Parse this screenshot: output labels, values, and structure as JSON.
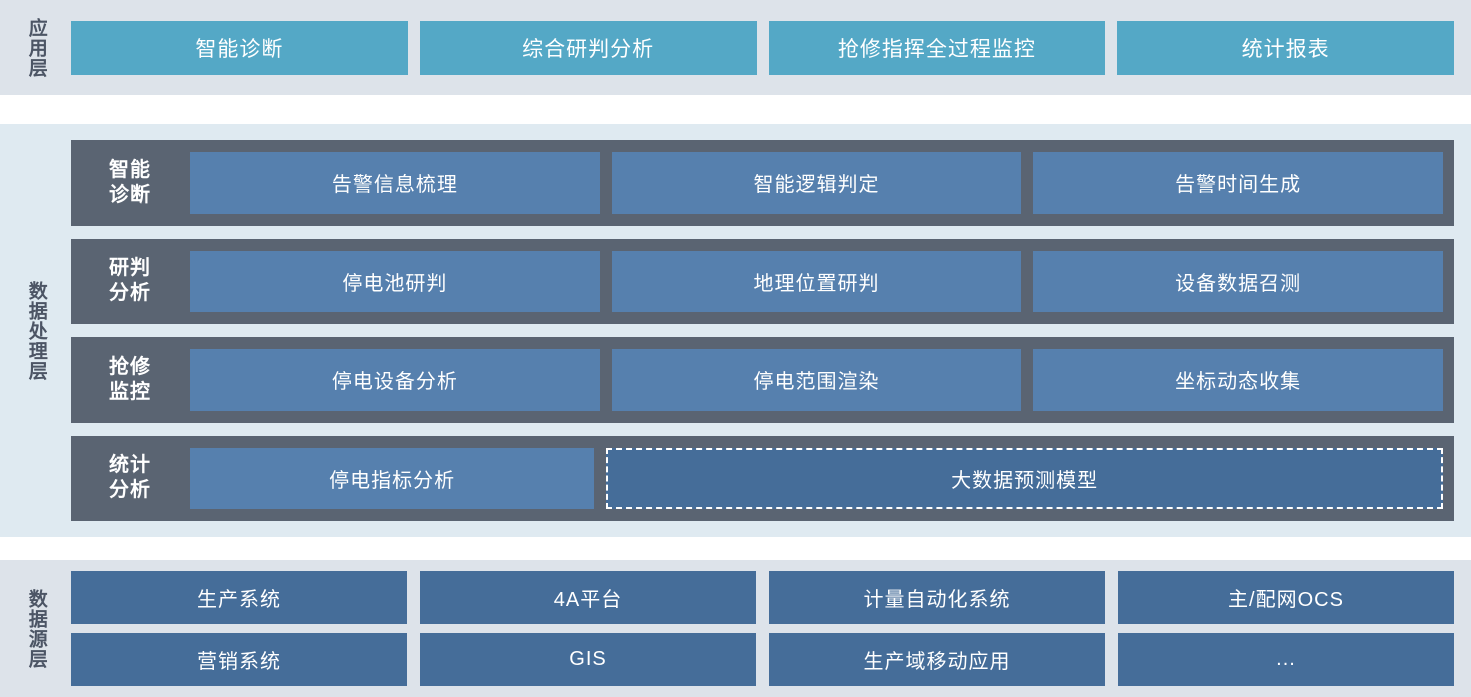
{
  "application_layer": {
    "label": "应用层",
    "cards": [
      "智能诊断",
      "综合研判分析",
      "抢修指挥全过程监控",
      "统计报表"
    ]
  },
  "data_processing_layer": {
    "label": "数据处理层",
    "rows": [
      {
        "label_line1": "智能",
        "label_line2": "诊断",
        "cards": [
          "告警信息梳理",
          "智能逻辑判定",
          "告警时间生成"
        ]
      },
      {
        "label_line1": "研判",
        "label_line2": "分析",
        "cards": [
          "停电池研判",
          "地理位置研判",
          "设备数据召测"
        ]
      },
      {
        "label_line1": "抢修",
        "label_line2": "监控",
        "cards": [
          "停电设备分析",
          "停电范围渲染",
          "坐标动态收集"
        ]
      },
      {
        "label_line1": "统计",
        "label_line2": "分析",
        "cards": [
          "停电指标分析",
          "大数据预测模型"
        ]
      }
    ]
  },
  "data_source_layer": {
    "label": "数据源层",
    "rows": [
      [
        "生产系统",
        "4A平台",
        "计量自动化系统",
        "主/配网OCS"
      ],
      [
        "营销系统",
        "GIS",
        "生产域移动应用",
        "..."
      ]
    ]
  },
  "colors": {
    "application_band": "#dde3ea",
    "application_card": "#54a8c6",
    "processing_band": "#dfeaf1",
    "processing_row": "#5a6472",
    "processing_card": "#5680ae",
    "source_band": "#dde3ea",
    "source_card": "#456d99",
    "label_text": "#4c5565",
    "card_text": "#ffffff"
  }
}
